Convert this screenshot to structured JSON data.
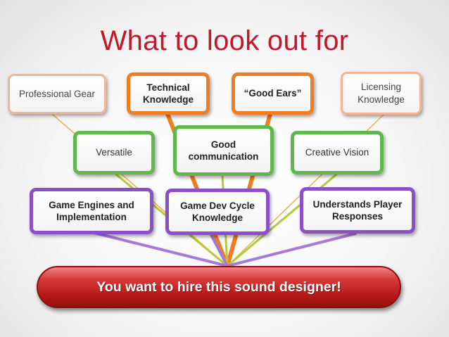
{
  "title": "What to look out for",
  "row1": {
    "professional_gear": "Professional Gear",
    "technical_knowledge": "Technical Knowledge",
    "good_ears": "“Good Ears”",
    "licensing_knowledge": "Licensing Knowledge"
  },
  "row2": {
    "versatile": "Versatile",
    "good_communication": "Good communication",
    "creative_vision": "Creative Vision"
  },
  "row3": {
    "game_engines": "Game Engines and Implementation",
    "game_dev_cycle": "Game Dev Cycle Knowledge",
    "understands_player": "Understands Player Responses"
  },
  "banner": "You want to hire this sound designer!",
  "colors": {
    "title": "#c0192b",
    "peach": "#f3b491",
    "orange": "#ef7d22",
    "green": "#5fb94a",
    "purple": "#8c4fc7",
    "banner": "#b31616"
  }
}
